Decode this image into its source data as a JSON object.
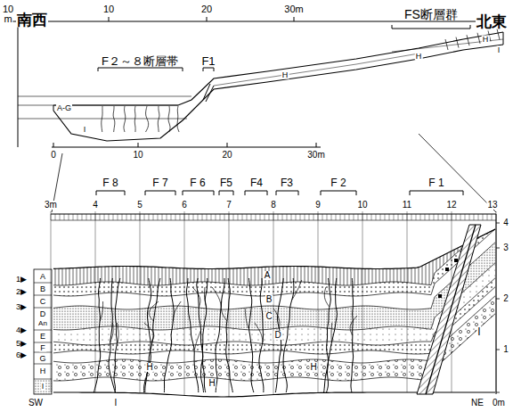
{
  "diagram": {
    "labels": [
      "10",
      "m",
      "南西",
      "北東",
      "FS断層群",
      "F２～８断層帯",
      "F1",
      "10",
      "20",
      "30m",
      "0",
      "10",
      "20",
      "30m",
      "A-G",
      "I",
      "H",
      "H",
      "H",
      "I",
      "F 8",
      "F 7",
      "F 6",
      "F5",
      "F4",
      "F3",
      "F 2",
      "F 1",
      "3m",
      "4",
      "5",
      "6",
      "7",
      "8",
      "9",
      "10",
      "11",
      "12",
      "13",
      "4",
      "3",
      "2",
      "1",
      "SW",
      "NE",
      "0m",
      "A",
      "B",
      "C",
      "D",
      "An",
      "E",
      "F",
      "G",
      "H",
      "I",
      "1▶",
      "2▶",
      "3▶",
      "4▶",
      "5▶",
      "6▶",
      "A",
      "B",
      "C",
      "D",
      "H",
      "H",
      "H",
      "I",
      "I"
    ]
  }
}
